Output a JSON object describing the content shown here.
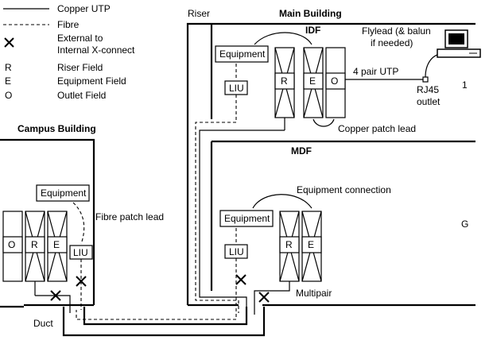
{
  "legend": {
    "items": [
      {
        "symbol": "",
        "label": "Copper UTP"
      },
      {
        "symbol": "",
        "label": "Fibre"
      },
      {
        "symbol": "",
        "label": "External to"
      },
      {
        "symbol": "",
        "label": "Internal X-connect"
      },
      {
        "symbol": "R",
        "label": "Riser Field"
      },
      {
        "symbol": "E",
        "label": "Equipment Field"
      },
      {
        "symbol": "O",
        "label": "Outlet Field"
      }
    ]
  },
  "labels": {
    "riser": "Riser",
    "main_building": "Main Building",
    "idf": "IDF",
    "mdf": "MDF",
    "campus_building": "Campus Building",
    "duct": "Duct",
    "flylead_1": "Flylead (& balun",
    "flylead_2": "if needed)",
    "four_pair_utp": "4 pair UTP",
    "rj45_1": "RJ45",
    "rj45_2": "outlet",
    "floor_1": "1",
    "floor_g": "G",
    "copper_patch_lead": "Copper patch lead",
    "equipment_connection": "Equipment connection",
    "fibre_patch_lead": "Fibre patch lead",
    "multipair": "Multipair"
  },
  "boxes": {
    "equipment": "Equipment",
    "liu": "LIU"
  },
  "fields": {
    "r": "R",
    "e": "E",
    "o": "O"
  }
}
